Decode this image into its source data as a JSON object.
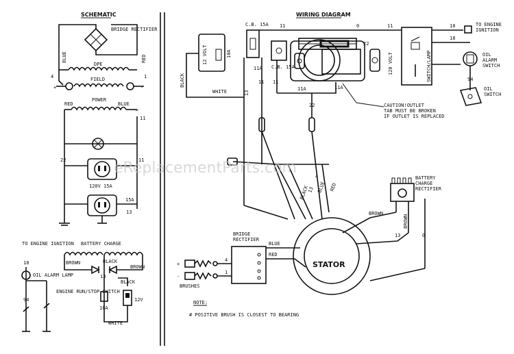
{
  "watermark": "eReplacementParts.com",
  "schematic": {
    "title": "SCHEMATIC",
    "bridge_rectifier": "BRIDGE RECTIFIER",
    "blue": "BLUE",
    "red": "RED",
    "dpe": "DPE",
    "field": "FIELD",
    "power": "POWER",
    "red2": "RED",
    "blue2": "BLUE",
    "n4": "4",
    "n1": "1",
    "n11": "11",
    "n22": "22",
    "n11b": "11",
    "outlet": "120V 15A",
    "cb": "15A",
    "n13": "13"
  },
  "battery_charge": {
    "title": "BATTERY CHARGE",
    "brown1": "BROWN",
    "brown2": "BROWN",
    "black": "BLACK",
    "black2": "BLACK",
    "n13": "13",
    "fuse": "10A",
    "volt": "12V",
    "white": "WHITE"
  },
  "ignition": {
    "to_engine": "TO ENGINE IGNITION",
    "n18": "18",
    "oil_alarm": "OIL ALARM LAMP",
    "n94": "94",
    "run_stop": "ENGINE RUN/STOP SWITCH"
  },
  "wiring": {
    "title": "WIRING DIAGRAM",
    "n11a": "11",
    "n11b": "11",
    "n0": "0",
    "n22": "22",
    "cb15": "C.B. 15A",
    "cb15b": "C.B. 15A",
    "twelve_volt": "12 VOLT",
    "amp10": "10A",
    "black": "BLACK",
    "white": "WHITE",
    "n13": "13",
    "n11c": "11",
    "n11d": "11",
    "n11e": "11A",
    "n11f": "11A",
    "n22b": "22",
    "outlet120": "120 VOLT",
    "switch_lamp": "SWITCH/LAMP",
    "caution": "CAUTION! OUTLET TAB MUST BE BROKEN IF OUTLET IS REPLACED",
    "to_engine": "TO ENGINE IGNITION",
    "n18a": "18",
    "n18b": "18",
    "oil_alarm_switch": "OIL ALARM SWITCH",
    "n94": "94",
    "oil_switch": "OIL SWITCH",
    "battery_charge_rectifier": "BATTERY CHARGE RECTIFIER",
    "brown": "BROWN",
    "brown2": "BROWN",
    "n13b": "13",
    "n0b": "0",
    "bridge_rectifier": "BRIDGE RECTIFIER",
    "blue": "BLUE",
    "red": "RED",
    "stator": "STATOR",
    "brushes": "BRUSHES",
    "n4": "4",
    "n1": "1",
    "plus": "+",
    "minus": "-",
    "red2": "RED",
    "black2": "BLACK",
    "n13c": "13",
    "blue2": "BLUE"
  },
  "note": {
    "title": "NOTE:",
    "text": "# POSITIVE BRUSH IS CLOSEST TO BEARING"
  }
}
